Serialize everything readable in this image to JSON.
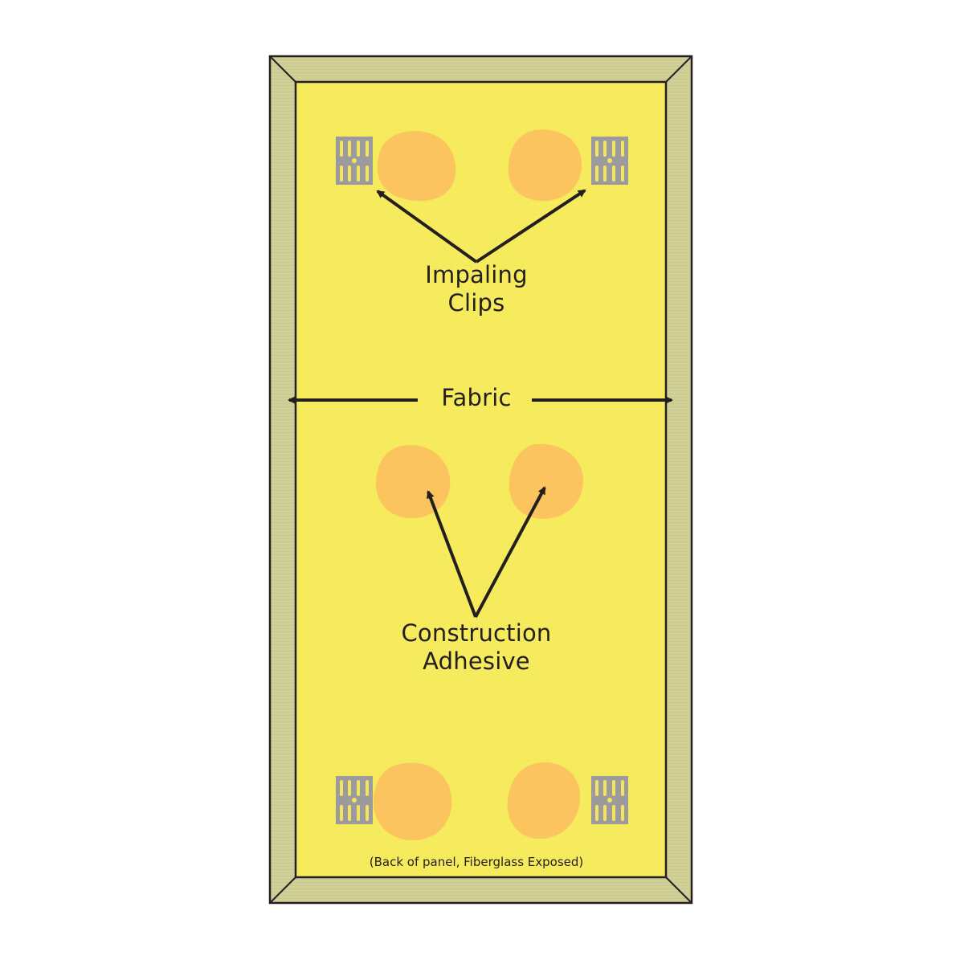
{
  "diagram": {
    "title": "Back of panel layout",
    "labels": {
      "impaling_line1": "Impaling",
      "impaling_line2": "Clips",
      "fabric": "Fabric",
      "construction_line1": "Construction",
      "construction_line2": "Adhesive",
      "footnote": "(Back of panel, Fiberglass Exposed)"
    },
    "components": {
      "frame": {
        "name": "Fabric-wrapped frame edge",
        "color": "#cfcf96"
      },
      "panel_face": {
        "name": "Fiberglass exposed back",
        "color": "#f7ea5c"
      },
      "impaling_clips": {
        "count": 4,
        "icon": "impaling-clip-icon",
        "color": "#9b9a9c"
      },
      "adhesive_spots": {
        "count": 6,
        "icon": "adhesive-blob-icon",
        "color": "#fcc45f"
      },
      "arrows": {
        "color": "#231f20"
      }
    }
  }
}
